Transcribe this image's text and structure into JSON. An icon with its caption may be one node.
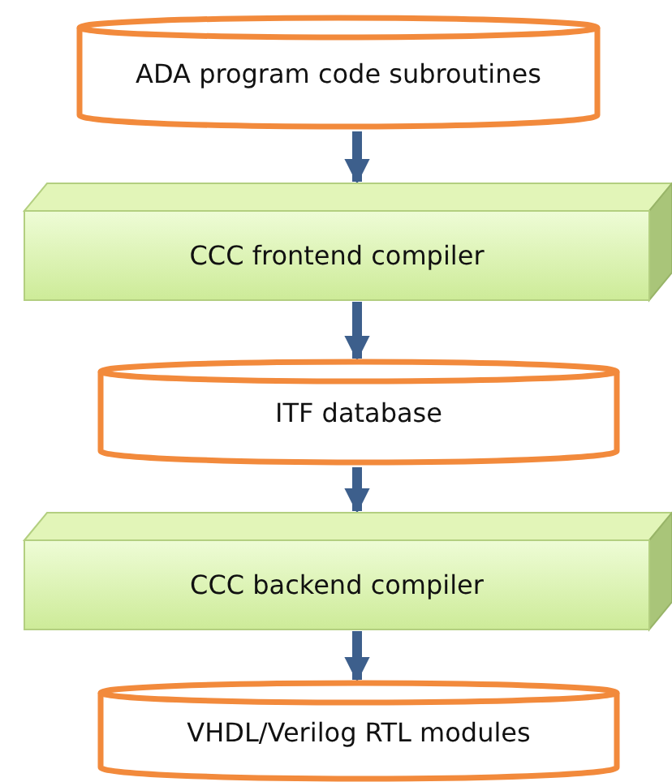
{
  "diagram": {
    "nodes": [
      {
        "text": [
          "ADA program code subroutines"
        ]
      },
      {
        "text": [
          "CCC frontend compiler"
        ]
      },
      {
        "text": [
          "ITF database"
        ]
      },
      {
        "text": [
          "CCC backend compiler"
        ]
      },
      {
        "text": [
          "VHDL/Verilog RTL modules"
        ]
      }
    ],
    "edges": [
      {
        "from": 0,
        "to": 1,
        "arrow": "to"
      },
      {
        "from": 1,
        "to": 2,
        "arrow": "to"
      },
      {
        "from": 2,
        "to": 3,
        "arrow": "to"
      },
      {
        "from": 3,
        "to": 4,
        "arrow": "to"
      }
    ]
  }
}
